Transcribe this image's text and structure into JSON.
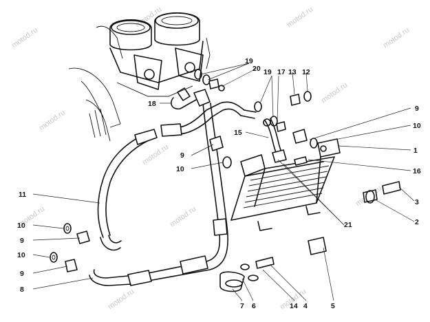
{
  "watermark": "motod.ru",
  "callouts": [
    "1",
    "2",
    "3",
    "4",
    "5",
    "6",
    "7",
    "8",
    "9",
    "10",
    "11",
    "12",
    "13",
    "14",
    "15",
    "16",
    "17",
    "18",
    "19",
    "20",
    "21"
  ]
}
